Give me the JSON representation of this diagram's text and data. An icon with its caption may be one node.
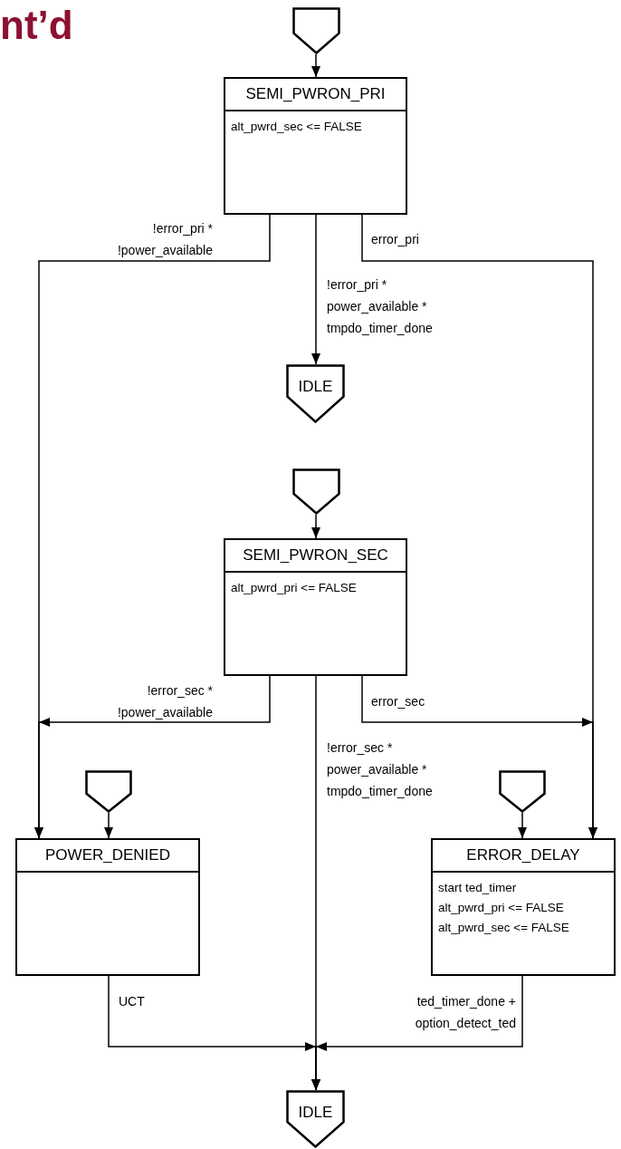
{
  "diagram": {
    "title": "nt’d",
    "nodes": [
      {
        "text": [],
        "shape": "pentagon"
      },
      {
        "text": [
          "SEMI_PWRON_PRI",
          "alt_pwrd_sec <= FALSE"
        ]
      },
      {
        "text": [
          "IDLE"
        ]
      },
      {
        "text": [],
        "shape": "pentagon"
      },
      {
        "text": [
          "SEMI_PWRON_SEC",
          "alt_pwrd_pri <= FALSE"
        ]
      },
      {
        "text": [],
        "shape": "pentagon"
      },
      {
        "text": [
          "POWER_DENIED"
        ]
      },
      {
        "text": [],
        "shape": "pentagon"
      },
      {
        "text": [
          "ERROR_DELAY",
          "start ted_timer",
          "alt_pwrd_pri <= FALSE",
          "alt_pwrd_sec <= FALSE"
        ]
      },
      {
        "text": [
          "IDLE"
        ]
      }
    ],
    "edges": [
      {
        "from": 0,
        "to": 1,
        "arrow": "to"
      },
      {
        "from": 1,
        "to": 6,
        "arrow": "to",
        "label": "!error_pri * !power_available"
      },
      {
        "from": 1,
        "to": 2,
        "arrow": "to",
        "label": "!error_pri * power_available * tmpdo_timer_done"
      },
      {
        "from": 1,
        "to": 8,
        "arrow": "to",
        "label": "error_pri"
      },
      {
        "from": 3,
        "to": 4,
        "arrow": "to"
      },
      {
        "from": 4,
        "to": 6,
        "arrow": "to",
        "label": "!error_sec * !power_available"
      },
      {
        "from": 4,
        "to": 9,
        "arrow": "to",
        "label": "!error_sec * power_available * tmpdo_timer_done"
      },
      {
        "from": 4,
        "to": 8,
        "arrow": "to",
        "label": "error_sec"
      },
      {
        "from": 5,
        "to": 6,
        "arrow": "to"
      },
      {
        "from": 7,
        "to": 8,
        "arrow": "to"
      },
      {
        "from": 6,
        "to": 9,
        "arrow": "to",
        "label": "UCT"
      },
      {
        "from": 8,
        "to": 9,
        "arrow": "to",
        "label": "ted_timer_done + option_detect_ted"
      }
    ]
  }
}
